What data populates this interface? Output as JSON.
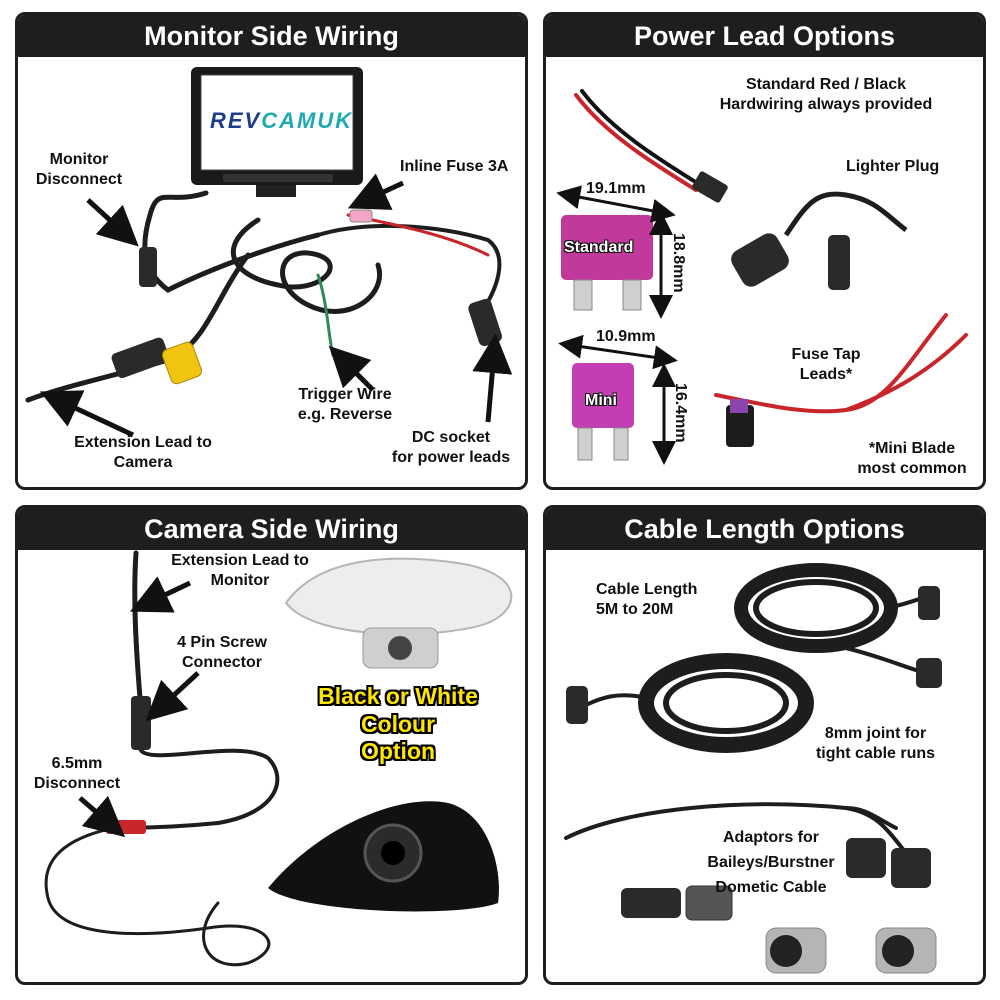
{
  "panels": {
    "monitor_side": {
      "title": "Monitor Side Wiring",
      "brand_left": "REV",
      "brand_right": "CAMUK",
      "labels": {
        "monitor_disconnect": "Monitor\nDisconnect",
        "inline_fuse": "Inline Fuse 3A",
        "trigger_wire": "Trigger Wire\ne.g. Reverse",
        "extension_lead": "Extension Lead to\nCamera",
        "dc_socket": "DC socket\nfor power leads"
      }
    },
    "power_lead": {
      "title": "Power Lead Options",
      "labels": {
        "standard_red_black": "Standard Red / Black\nHardwiring always provided",
        "lighter_plug": "Lighter Plug",
        "standard_width": "19.1mm",
        "standard_height": "18.8mm",
        "standard_fuse": "Standard",
        "mini_width": "10.9mm",
        "mini_height": "16.4mm",
        "mini_fuse": "Mini",
        "fuse_tap": "Fuse Tap\nLeads*",
        "mini_blade_note": "*Mini Blade\nmost common"
      }
    },
    "camera_side": {
      "title": "Camera Side Wiring",
      "labels": {
        "extension_lead_monitor": "Extension Lead to\nMonitor",
        "four_pin": "4 Pin Screw\nConnector",
        "disconnect_65": "6.5mm\nDisconnect",
        "colour_option": "Black or White\nColour\nOption"
      }
    },
    "cable_length": {
      "title": "Cable Length Options",
      "labels": {
        "cable_length": "Cable Length\n5M to 20M",
        "joint": "8mm joint for\ntight cable runs",
        "adaptors": "Adaptors for\nBaileys/Burstner\nDometic Cable"
      }
    }
  },
  "colors": {
    "header_bg": "#1e1e1e",
    "brand_blue": "#1c3d8c",
    "brand_teal": "#1fa9b5",
    "fuse_magenta": "#c0399b",
    "fuse_mini_purple": "#c23eb2",
    "wire_red": "#c8262a",
    "yellow_connector": "#f1c40f",
    "colour_option_yellow": "#ffe600"
  },
  "icons": [
    "arrow-icon",
    "monitor-icon",
    "fuse-icon",
    "cable-coil-icon",
    "camera-icon",
    "lighter-plug-icon",
    "connector-icon"
  ]
}
